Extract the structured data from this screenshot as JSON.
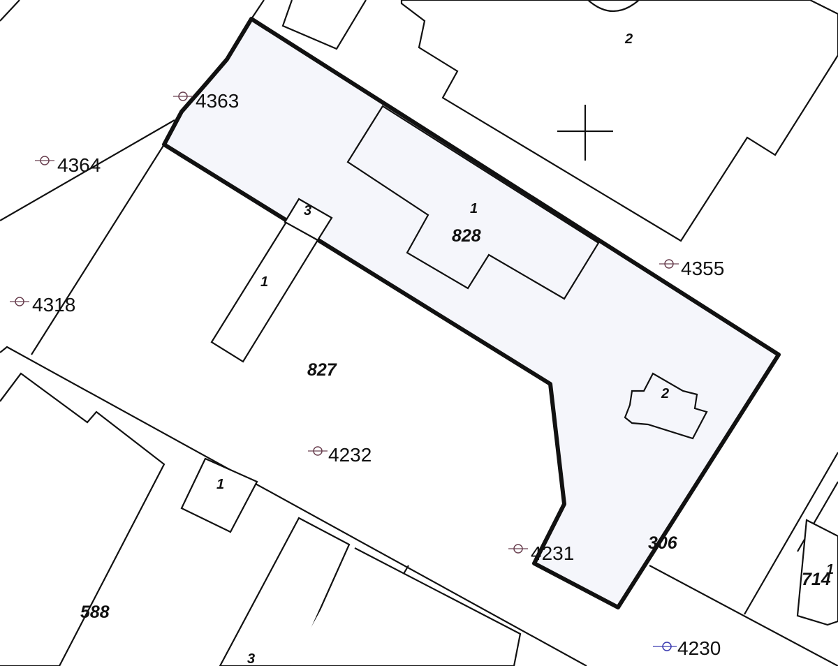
{
  "parcels": [
    {
      "id": "828",
      "label": "828"
    },
    {
      "id": "827",
      "label": "827"
    },
    {
      "id": "588",
      "label": "588"
    },
    {
      "id": "306",
      "label": "306"
    },
    {
      "id": "714",
      "label": "714"
    }
  ],
  "buildings": [
    {
      "id": "b-828-1",
      "label": "1"
    },
    {
      "id": "b-828-2",
      "label": "2"
    },
    {
      "id": "b-827-1",
      "label": "1"
    },
    {
      "id": "b-827-3",
      "label": "3"
    },
    {
      "id": "b-top-2",
      "label": "2"
    },
    {
      "id": "b-small-1",
      "label": "1"
    },
    {
      "id": "b-bottom-3",
      "label": "3"
    },
    {
      "id": "b-right-1",
      "label": "1"
    }
  ],
  "points": [
    {
      "id": "4363",
      "label": "4363"
    },
    {
      "id": "4364",
      "label": "4364"
    },
    {
      "id": "4318",
      "label": "4318"
    },
    {
      "id": "4355",
      "label": "4355"
    },
    {
      "id": "4232",
      "label": "4232"
    },
    {
      "id": "4231",
      "label": "4231"
    },
    {
      "id": "4230",
      "label": "4230"
    }
  ],
  "colors": {
    "highlight_fill": "#f5f6fb",
    "line": "#111111",
    "point_symbol": "#6a4050",
    "point_symbol_blue": "#3a3ab0"
  }
}
